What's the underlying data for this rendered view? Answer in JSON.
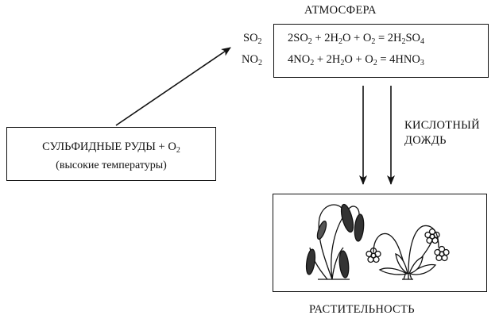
{
  "atmosphere_label": "АТМОСФЕРА",
  "gas_labels": [
    {
      "formula": "SO",
      "sub": "2"
    },
    {
      "formula": "NO",
      "sub": "2"
    }
  ],
  "reactions": [
    [
      {
        "t": "2SO"
      },
      {
        "s": "2"
      },
      {
        "t": " + 2H"
      },
      {
        "s": "2"
      },
      {
        "t": "O + O"
      },
      {
        "s": "2"
      },
      {
        "t": " = 2H"
      },
      {
        "s": "2"
      },
      {
        "t": "SO"
      },
      {
        "s": "4"
      }
    ],
    [
      {
        "t": "4NO"
      },
      {
        "s": "2"
      },
      {
        "t": " + 2H"
      },
      {
        "s": "2"
      },
      {
        "t": "O + O"
      },
      {
        "s": "2"
      },
      {
        "t": " = 4HNO"
      },
      {
        "s": "3"
      }
    ]
  ],
  "source": {
    "line1_text": "СУЛЬФИДНЫЕ РУДЫ + O",
    "line1_sub": "2",
    "line2": "(высокие температуры)"
  },
  "acid_rain_line1": "КИСЛОТНЫЙ",
  "acid_rain_line2": "ДОЖДЬ",
  "vegetation_label": "РАСТИТЕЛЬНОСТЬ"
}
